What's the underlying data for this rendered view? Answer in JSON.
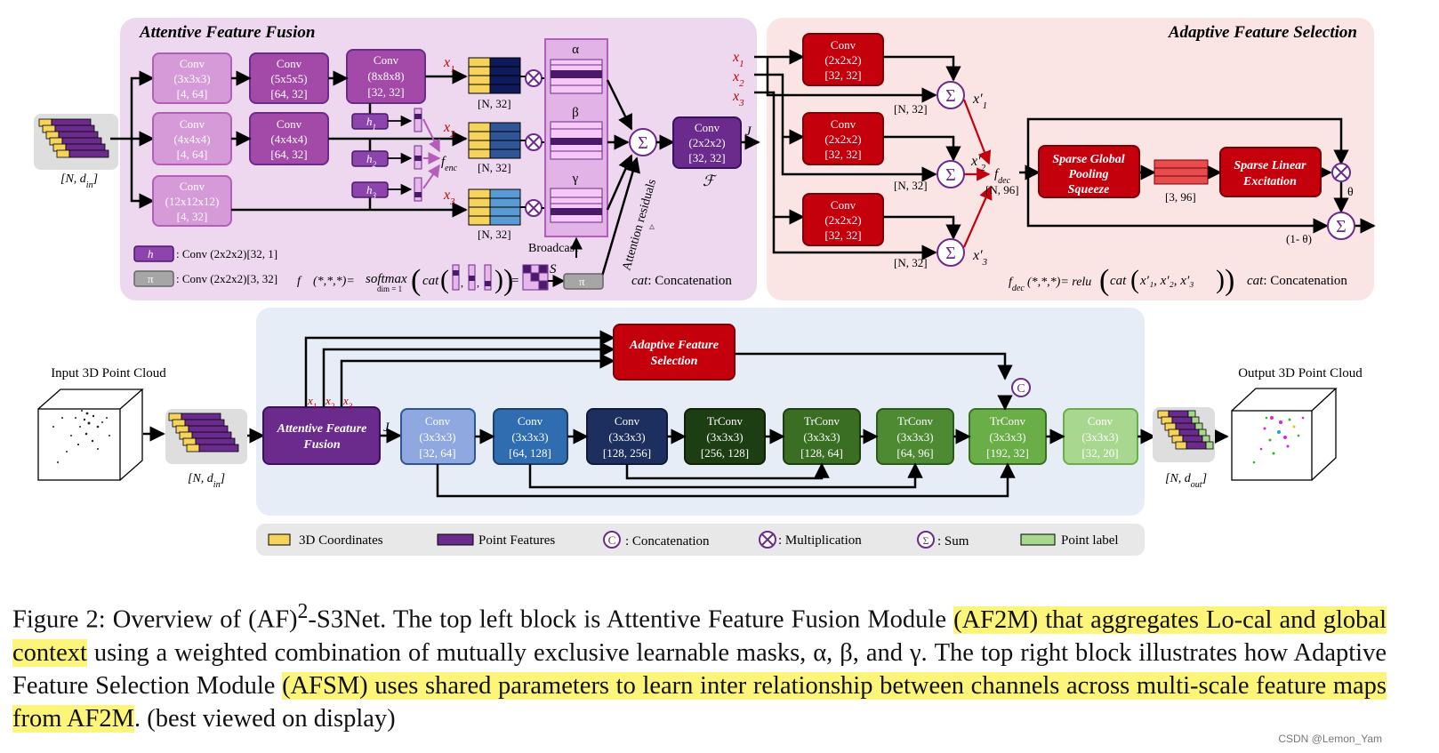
{
  "af2m": {
    "title": "Attentive Feature Fusion",
    "convs": [
      {
        "name": "Conv",
        "k": "(3x3x3)",
        "ch": "[4, 64]"
      },
      {
        "name": "Conv",
        "k": "(5x5x5)",
        "ch": "[64, 32]"
      },
      {
        "name": "Conv",
        "k": "(8x8x8)",
        "ch": "[32, 32]"
      },
      {
        "name": "Conv",
        "k": "(4x4x4)",
        "ch": "[4, 64]"
      },
      {
        "name": "Conv",
        "k": "(4x4x4)",
        "ch": "[64, 32]"
      },
      {
        "name": "Conv",
        "k": "(12x12x12)",
        "ch": "[4, 32]"
      }
    ],
    "input_label": "[N, d",
    "input_sub": "in",
    "x1": "x",
    "x1_sub": "1",
    "x2": "x",
    "x2_sub": "2",
    "x3": "x",
    "x3_sub": "3",
    "nsize": "[N, 32]",
    "h1": "h",
    "h1_sub": "1",
    "h2": "h",
    "h2_sub": "2",
    "h3": "h",
    "h3_sub": "3",
    "fenc": "f",
    "fenc_sub": "enc",
    "alpha": "α",
    "beta": "β",
    "gamma": "γ",
    "broadcast": "Broadcast",
    "attention_residuals": "Attention residuals",
    "out_conv": {
      "name": "Conv",
      "k": "(2x2x2)",
      "ch": "[32, 32]"
    },
    "J": "J",
    "F": "ℱ",
    "legend_h": "h",
    "legend_h_text": ": Conv (2x2x2)[32, 1]",
    "legend_pi": "π",
    "legend_pi_text": ": Conv (2x2x2)[3, 32]",
    "formula": "f_enc(*,*,*)=softmax_dim=1(cat( ▮, ▮, ▮ )) = S",
    "formula_fenc": "f",
    "formula_fenc_sub": "enc",
    "formula_args": "(*,*,*)=",
    "formula_softmax": "softmax",
    "formula_dim": "dim = 1",
    "formula_cat": "cat",
    "S": "S",
    "cat_label": "cat",
    "cat_text": ": Concatenation"
  },
  "afsm": {
    "title": "Adaptive Feature Selection",
    "convs": [
      {
        "name": "Conv",
        "k": "(2x2x2)",
        "ch": "[32, 32]"
      },
      {
        "name": "Conv",
        "k": "(2x2x2)",
        "ch": "[32, 32]"
      },
      {
        "name": "Conv",
        "k": "(2x2x2)",
        "ch": "[32, 32]"
      }
    ],
    "nsize": "[N, 32]",
    "xp1": "x′",
    "xp1_sub": "1",
    "xp2": "x′",
    "xp2_sub": "2",
    "xp3": "x′",
    "xp3_sub": "3",
    "fdec": "f",
    "fdec_sub": "dec",
    "n96": "[N, 96]",
    "sgp": [
      "Sparse Global",
      "Pooling",
      "Squeeze"
    ],
    "size396": "[3, 96]",
    "sle": [
      "Sparse Linear",
      "Excitation"
    ],
    "theta": "θ",
    "one_minus_theta": "(1- θ)",
    "formula_f": "f",
    "formula_sub": "dec",
    "formula_mid": "(*,*,*)= relu",
    "formula_cat": "cat",
    "formula_args": "x′₁, x′₂, x′₃",
    "cat_label": "cat",
    "cat_text": ": Concatenation"
  },
  "pipeline": {
    "input_cloud": "Input 3D Point Cloud",
    "output_cloud": "Output 3D Point Cloud",
    "in_size": "[N, d",
    "in_sub": "in",
    "out_size": "[N, d",
    "out_sub": "out",
    "aff": [
      "Attentive Feature",
      "Fusion"
    ],
    "afs": [
      "Adaptive Feature",
      "Selection"
    ],
    "J": "J",
    "x1": "x",
    "x2": "x",
    "x3": "x",
    "blocks": [
      {
        "name": "Conv",
        "k": "(3x3x3)",
        "ch": "[32, 64]",
        "color": "#8fa8e0"
      },
      {
        "name": "Conv",
        "k": "(3x3x3)",
        "ch": "[64, 128]",
        "color": "#2f6cb0"
      },
      {
        "name": "Conv",
        "k": "(3x3x3)",
        "ch": "[128, 256]",
        "color": "#1d2f5e"
      },
      {
        "name": "TrConv",
        "k": "(3x3x3)",
        "ch": "[256, 128]",
        "color": "#1d3d13"
      },
      {
        "name": "TrConv",
        "k": "(3x3x3)",
        "ch": "[128, 64]",
        "color": "#3a6e23"
      },
      {
        "name": "TrConv",
        "k": "(3x3x3)",
        "ch": "[64, 96]",
        "color": "#4e8a32"
      },
      {
        "name": "TrConv",
        "k": "(3x3x3)",
        "ch": "[192, 32]",
        "color": "#6aae48"
      },
      {
        "name": "Conv",
        "k": "(3x3x3)",
        "ch": "[32, 20]",
        "color": "#a8d890"
      }
    ],
    "concat_symbol": "C"
  },
  "legend": [
    {
      "text": "3D Coordinates"
    },
    {
      "text": "Point Features"
    },
    {
      "text": ": Concatenation",
      "sym": "C"
    },
    {
      "text": ": Multiplication",
      "sym": "⊗"
    },
    {
      "text": ": Sum",
      "sym": "Σ"
    },
    {
      "text": "Point label"
    }
  ],
  "caption": {
    "prefix": "Figure 2: Overview of (AF)",
    "sup": "2",
    "p1": "-S3Net. The top left block is Attentive Feature Fusion Module ",
    "h1": "(AF2M) that aggregates Lo-cal and global context",
    "p2": " using a weighted combination of mutually exclusive learnable masks, α, β, and γ. The top right block illustrates how Adaptive Feature Selection Module ",
    "h2": "(AFSM) uses shared parameters to learn inter relationship between channels across multi-scale feature maps from AF2M",
    "p3": ". (best viewed on display)"
  },
  "watermark": "CSDN @Lemon_Yam",
  "colors": {
    "af2m_bg": "#eed8ef",
    "afsm_bg": "#fbe4e4",
    "pipeline_bg": "#e6edf7",
    "purple_light": "#d69ad8",
    "purple_mid": "#a34aa8",
    "purple_dark": "#6a2b8c",
    "red": "#c4000c",
    "yellow": "#f5d35c"
  }
}
